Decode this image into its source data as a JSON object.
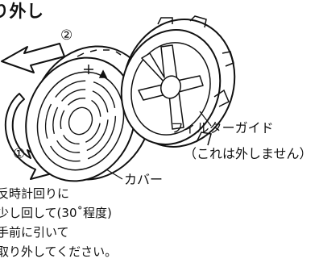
{
  "heading": "り外し",
  "step_markers": {
    "step_2": "②",
    "step_1": "①"
  },
  "callouts": {
    "filter_guide": "フィルターガイド",
    "filter_guide_note": "（これは外しません）",
    "cover": "カバー"
  },
  "instructions": [
    "反時計回りに",
    "少し回して(30˚程度)",
    "手前に引いて",
    "取り外してください。"
  ],
  "colors": {
    "line": "#111111",
    "arrow_fill": "#ffffff",
    "background": "#ffffff"
  }
}
